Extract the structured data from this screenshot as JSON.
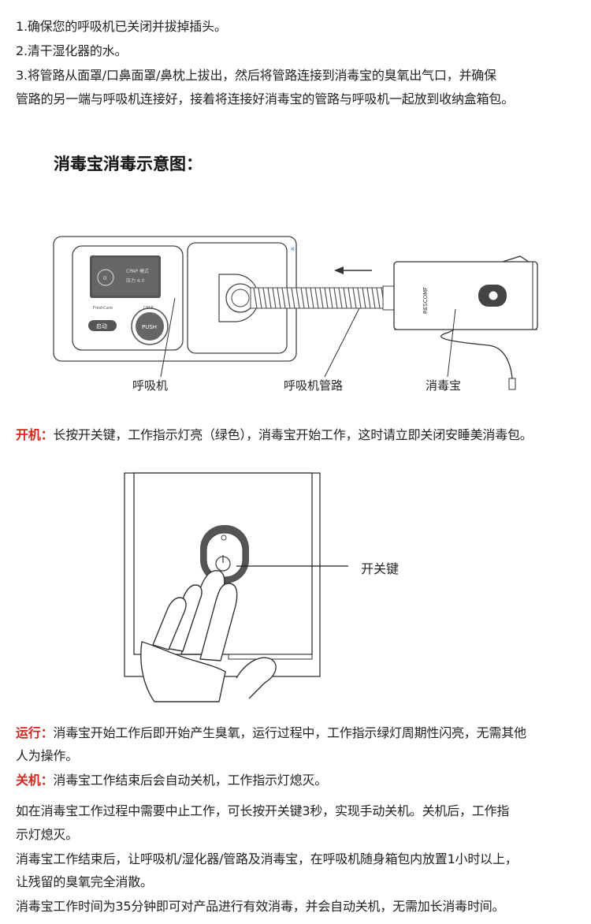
{
  "steps": [
    "1.确保您的呼吸机已关闭并拔掉插头。",
    "2.清干湿化器的水。",
    "3.将管路从面罩/口鼻面罩/鼻枕上拔出，然后将管路连接到消毒宝的臭氧出气口，并确保",
    "管路的另一端与呼吸机连接好，接着将连接好消毒宝的管路与呼吸机一起放到收纳盒箱包。"
  ],
  "diagram": {
    "title": "消毒宝消毒示意图：",
    "label_ventilator": "呼吸机",
    "label_tube": "呼吸机管路",
    "label_disinfector": "消毒宝",
    "brand": "RESCOMF",
    "device_push": "PUSH",
    "device_start": "启动",
    "device_left_text": "FreshCare",
    "device_right_text": "CPAP"
  },
  "power_on": {
    "label": "开机：",
    "text": "长按开关键，工作指示灯亮（绿色），消毒宝开始工作，这时请立即关闭安睡美消毒包。"
  },
  "switch_label": "开关键",
  "running": {
    "label": "运行：",
    "text_line1": "消毒宝开始工作后即开始产生臭氧，运行过程中，工作指示绿灯周期性闪亮，无需其他",
    "text_line2": "人为操作。"
  },
  "power_off": {
    "label": "关机：",
    "text": "消毒宝工作结束后会自动关机，工作指示灯熄灭。"
  },
  "notes": [
    "如在消毒宝工作过程中需要中止工作，可长按开关键3秒，实现手动关机。关机后，工作指",
    "示灯熄灭。",
    "消毒宝工作结束后，让呼吸机/湿化器/管路及消毒宝，在呼吸机随身箱包内放置1小时以上，",
    "让残留的臭氧完全消散。",
    "消毒宝工作时间为35分钟即可对产品进行有效消毒，并会自动关机，无需加长消毒时间。"
  ]
}
